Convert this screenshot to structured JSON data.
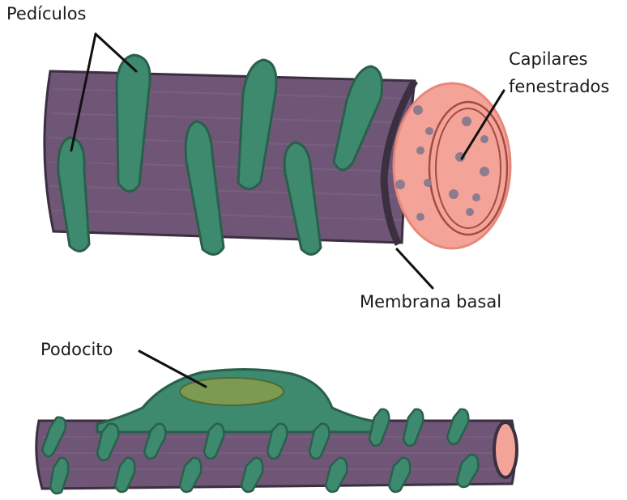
{
  "labels": {
    "pediculos": "Pedículos",
    "capilares_line1": "Capilares",
    "capilares_line2": "fenestrados",
    "membrana_basal": "Membrana basal",
    "podocito": "Podocito"
  },
  "colors": {
    "vessel_purple": "#6f5677",
    "vessel_outline": "#3b2f40",
    "foot_green": "#3d8a6e",
    "foot_outline": "#2a5f4b",
    "lumen_pink": "#f4a398",
    "nucleus_olive": "#7d9a52",
    "leader_line": "#111111"
  }
}
